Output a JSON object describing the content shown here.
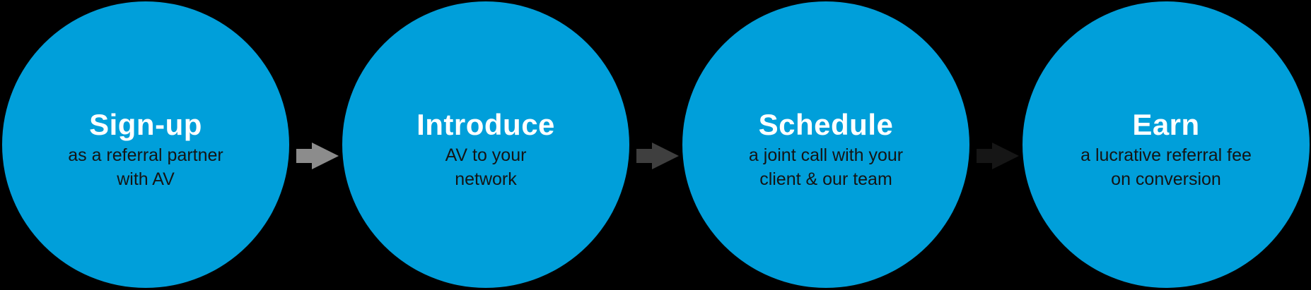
{
  "colors": {
    "background": "#000000",
    "circle": "#009FDA",
    "title": "#FFFFFF",
    "subtitle": "#141414"
  },
  "steps": [
    {
      "title": "Sign-up",
      "subtitle": "as a referral partner\nwith AV"
    },
    {
      "title": "Introduce",
      "subtitle": "AV to your\nnetwork"
    },
    {
      "title": "Schedule",
      "subtitle": "a joint call with your\nclient & our team"
    },
    {
      "title": "Earn",
      "subtitle": "a lucrative referral fee\non conversion"
    }
  ],
  "arrows": [
    {
      "name": "arrow-1",
      "color": "#8C8C8C"
    },
    {
      "name": "arrow-2",
      "color": "#3F3F3F"
    },
    {
      "name": "arrow-3",
      "color": "#161616"
    }
  ]
}
